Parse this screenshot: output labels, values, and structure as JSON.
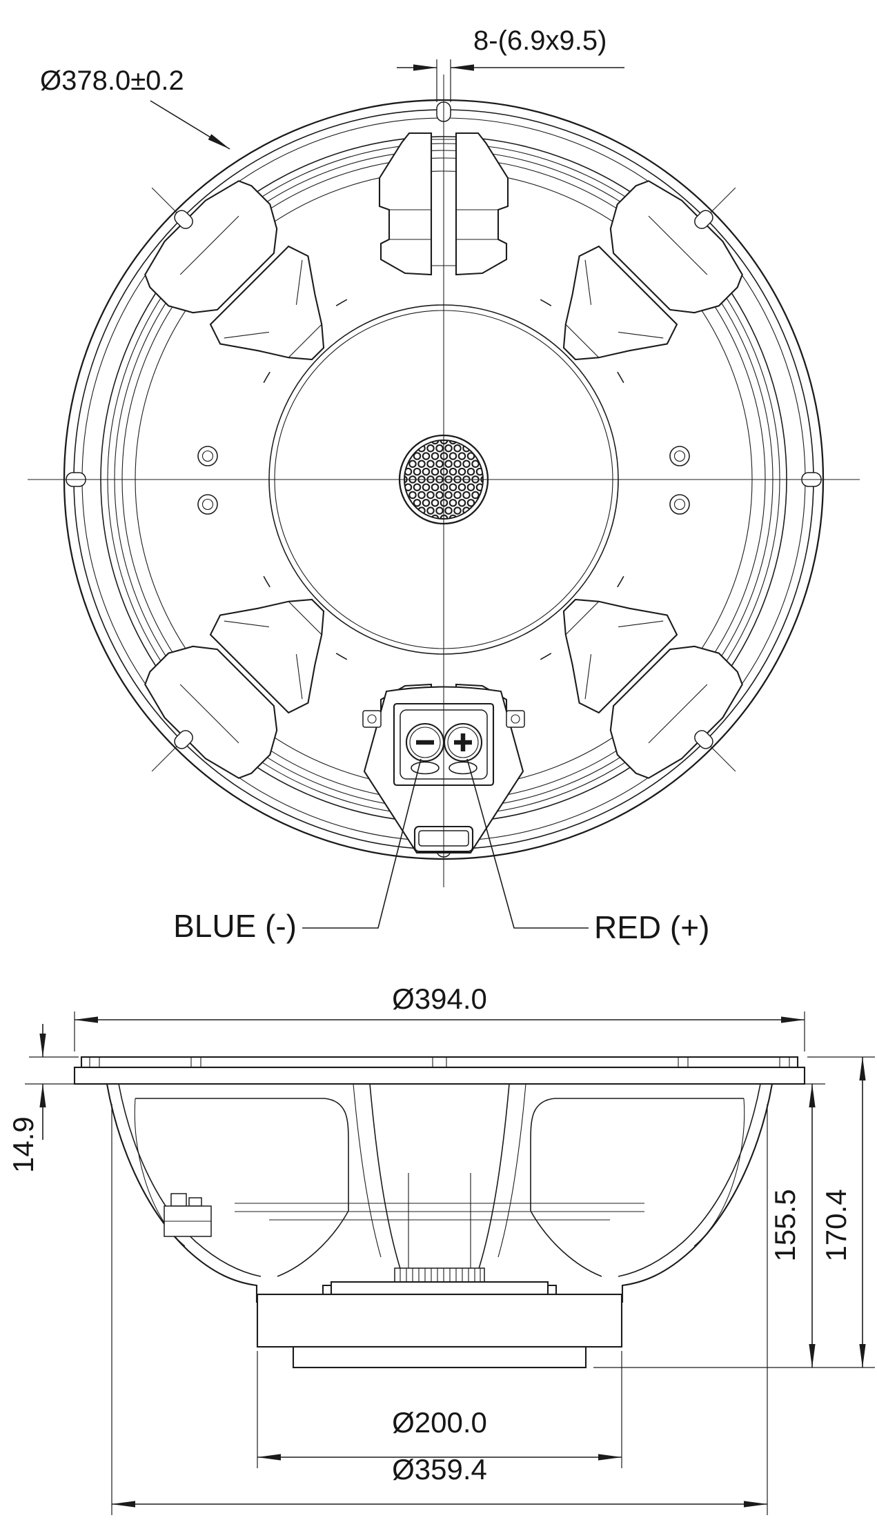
{
  "front_view": {
    "bolt_circle_diameter": "Ø378.0±0.2",
    "mounting_slots": "8-(6.9x9.5)",
    "negative_terminal": "BLUE (-)",
    "positive_terminal": "RED (+)"
  },
  "side_view": {
    "overall_diameter": "Ø394.0",
    "flange_thickness": "14.9",
    "basket_depth": "155.5",
    "total_depth": "170.4",
    "magnet_diameter": "Ø200.0",
    "basket_diameter": "Ø359.4"
  },
  "colors": {
    "line": "#1b1b1b",
    "background": "#ffffff"
  }
}
